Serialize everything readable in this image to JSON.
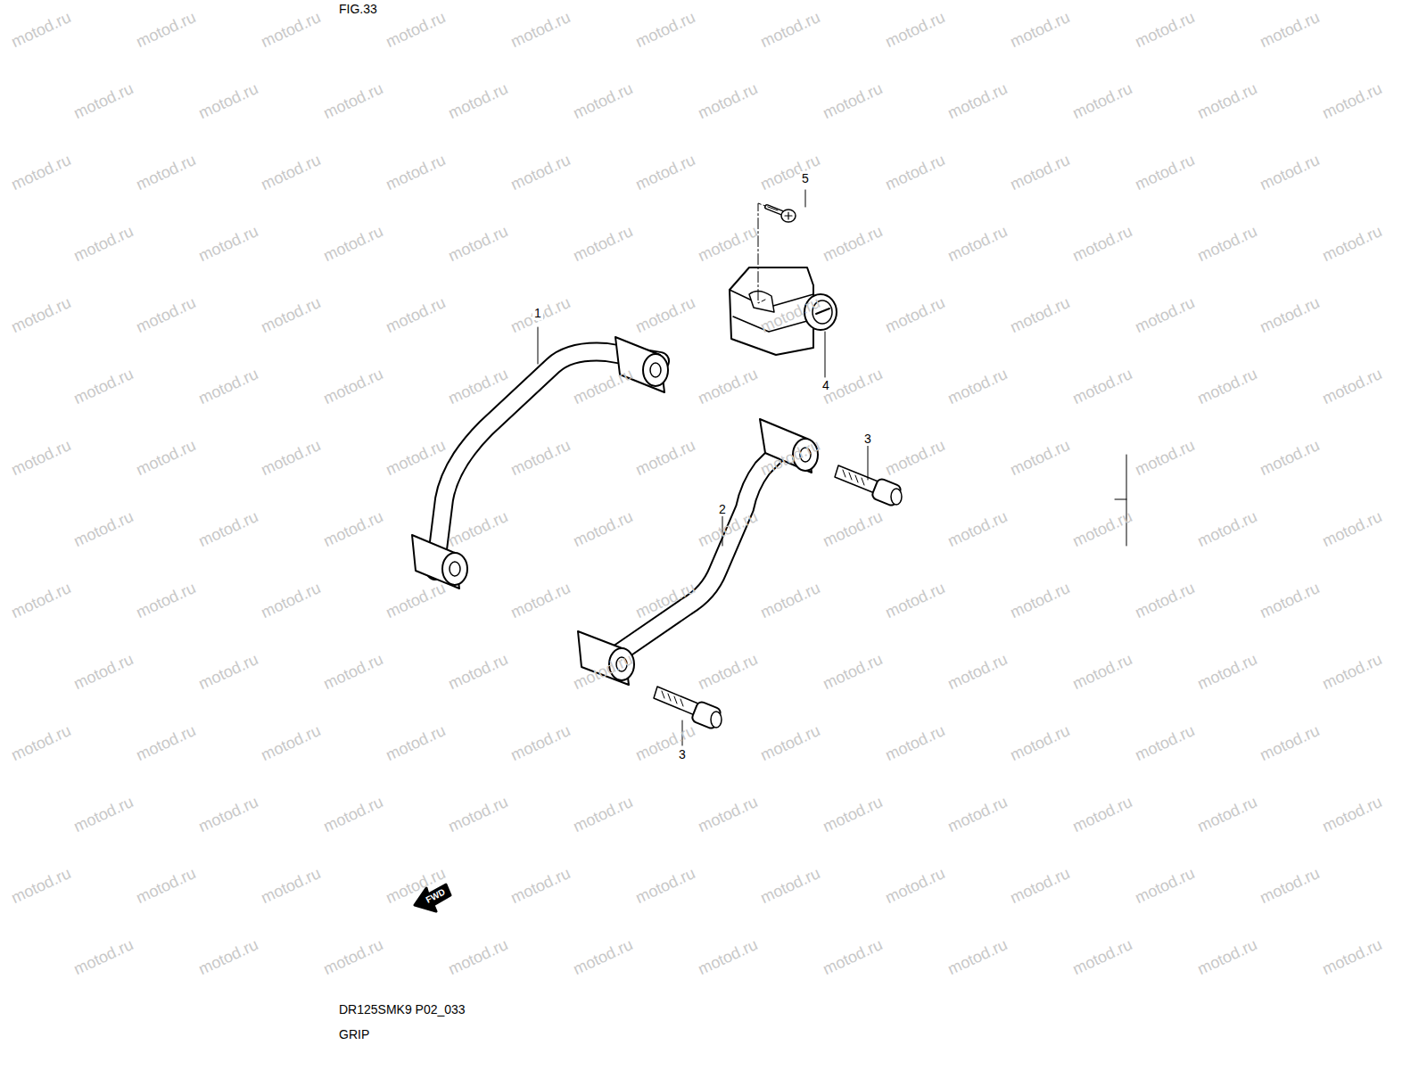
{
  "diagram": {
    "labels": [
      "FIG.33",
      "5",
      "1",
      "4",
      "3",
      "2",
      "3",
      "FWD",
      "DR125SMK9 P02_033",
      "GRIP",
      "motod.ru",
      "motod.ru",
      "motod.ru",
      "motod.ru",
      "motod.ru",
      "motod.ru",
      "motod.ru",
      "motod.ru",
      "motod.ru",
      "motod.ru",
      "motod.ru",
      "motod.ru",
      "motod.ru",
      "motod.ru",
      "motod.ru",
      "motod.ru",
      "motod.ru",
      "motod.ru",
      "motod.ru",
      "motod.ru",
      "motod.ru",
      "motod.ru",
      "motod.ru",
      "motod.ru",
      "motod.ru",
      "motod.ru",
      "motod.ru",
      "motod.ru",
      "motod.ru",
      "motod.ru",
      "motod.ru",
      "motod.ru",
      "motod.ru",
      "motod.ru",
      "motod.ru",
      "motod.ru",
      "motod.ru",
      "motod.ru",
      "motod.ru",
      "motod.ru",
      "motod.ru",
      "motod.ru",
      "motod.ru",
      "motod.ru",
      "motod.ru",
      "motod.ru",
      "motod.ru",
      "motod.ru",
      "motod.ru",
      "motod.ru",
      "motod.ru",
      "motod.ru",
      "motod.ru",
      "motod.ru",
      "motod.ru",
      "motod.ru",
      "motod.ru",
      "motod.ru",
      "motod.ru",
      "motod.ru",
      "motod.ru",
      "motod.ru",
      "motod.ru",
      "motod.ru",
      "motod.ru",
      "motod.ru",
      "motod.ru",
      "motod.ru",
      "motod.ru",
      "motod.ru",
      "motod.ru",
      "motod.ru",
      "motod.ru",
      "motod.ru",
      "motod.ru",
      "motod.ru",
      "motod.ru",
      "motod.ru",
      "motod.ru",
      "motod.ru",
      "motod.ru",
      "motod.ru",
      "motod.ru",
      "motod.ru",
      "motod.ru",
      "motod.ru",
      "motod.ru",
      "motod.ru",
      "motod.ru",
      "motod.ru",
      "motod.ru",
      "motod.ru",
      "motod.ru",
      "motod.ru",
      "motod.ru",
      "motod.ru",
      "motod.ru",
      "motod.ru",
      "motod.ru",
      "motod.ru",
      "motod.ru",
      "motod.ru",
      "motod.ru",
      "motod.ru",
      "motod.ru",
      "motod.ru",
      "motod.ru",
      "motod.ru",
      "motod.ru",
      "motod.ru",
      "motod.ru",
      "motod.ru",
      "motod.ru",
      "motod.ru",
      "motod.ru",
      "motod.ru",
      "motod.ru",
      "motod.ru",
      "motod.ru",
      "motod.ru",
      "motod.ru",
      "motod.ru",
      "motod.ru",
      "motod.ru",
      "motod.ru",
      "motod.ru",
      "motod.ru",
      "motod.ru",
      "motod.ru",
      "motod.ru",
      "motod.ru",
      "motod.ru",
      "motod.ru",
      "motod.ru",
      "motod.ru",
      "motod.ru",
      "motod.ru",
      "motod.ru",
      "motod.ru",
      "motod.ru",
      "motod.ru",
      "motod.ru",
      "motod.ru",
      "motod.ru",
      "motod.ru",
      "motod.ru",
      "motod.ru",
      "motod.ru",
      "motod.ru",
      "motod.ru",
      "motod.ru",
      "motod.ru",
      "motod.ru",
      "motod.ru"
    ]
  }
}
